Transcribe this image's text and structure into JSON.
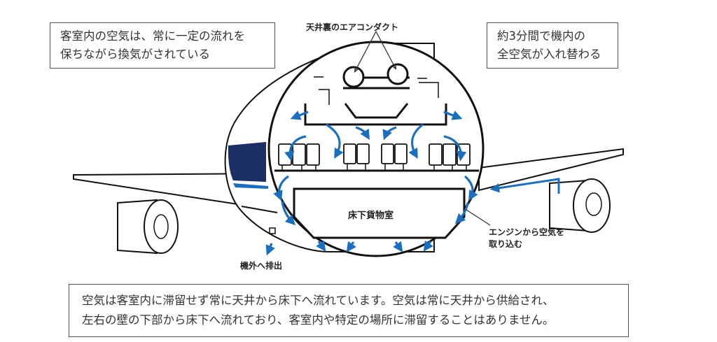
{
  "notes": {
    "top_left": [
      "客室内の空気は、常に一定の流れを",
      "保ちながら換気がされている"
    ],
    "top_right": [
      "約3分間で機内の",
      "全空気が入れ替わる"
    ],
    "bottom": [
      "空気は客室内に滞留せず常に天井から床下へ流れています。空気は常に天井から供給され、",
      "左右の壁の下部から床下へ流れており、客室内や特定の場所に滞留することはありません。"
    ]
  },
  "labels": {
    "duct": "天井裏のエアコンダクト",
    "engine": [
      "エンジンから空気を",
      "取り込む"
    ],
    "exhaust": "機外へ排出",
    "cargo": "床下貨物室"
  },
  "colors": {
    "airflow": "#1a6fc0",
    "fuselage_blue": "#1b2f66",
    "outline": "#111111"
  }
}
